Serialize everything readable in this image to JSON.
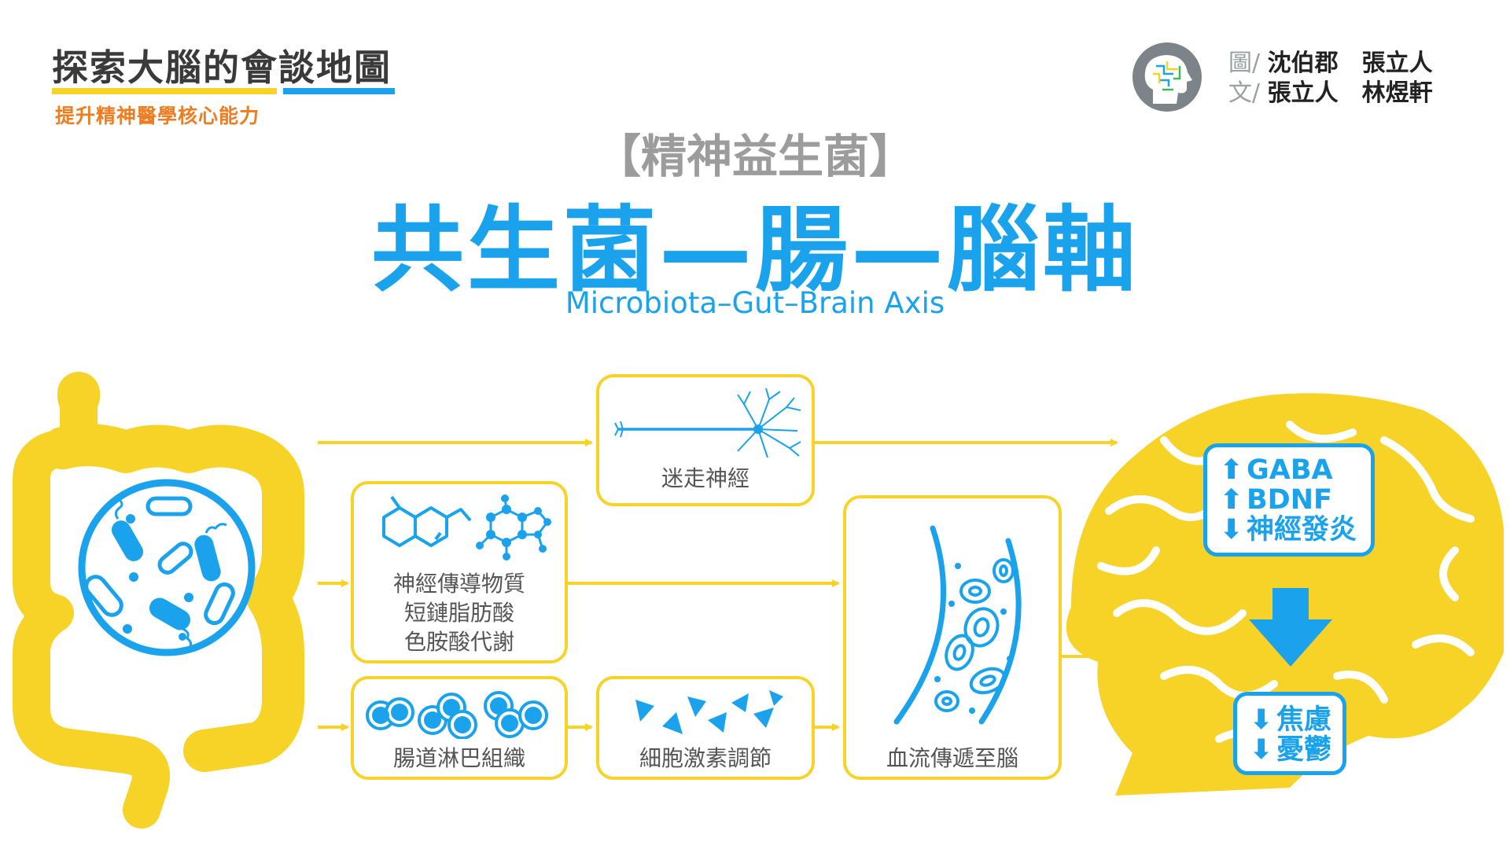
{
  "header": {
    "series_title": "探索大腦的會談地圖",
    "series_subtitle": "提升精神醫學核心能力",
    "credit_illustration_tag": "圖/",
    "credit_illustration_names": "沈伯郡　張立人",
    "credit_text_tag": "文/",
    "credit_text_names": "張立人　林煜軒"
  },
  "titles": {
    "tag": "【精神益生菌】",
    "main": "共生菌—腸—腦軸",
    "english": "Microbiota–Gut–Brain Axis"
  },
  "boxes": {
    "vagus": "迷走神經",
    "metabolites": [
      "神經傳導物質",
      "短鏈脂肪酸",
      "色胺酸代謝"
    ],
    "lymph": "腸道淋巴組織",
    "cytokine": "細胞激素調節",
    "blood": "血流傳遞至腦"
  },
  "brain_effects": [
    {
      "arrow": "up",
      "label": "GABA"
    },
    {
      "arrow": "up",
      "label": "BDNF"
    },
    {
      "arrow": "down",
      "label": "神經發炎"
    }
  ],
  "outcomes": [
    {
      "arrow": "down",
      "label": "焦慮"
    },
    {
      "arrow": "down",
      "label": "憂鬱"
    }
  ],
  "icons": {
    "gut": "intestine-icon",
    "microbes": "bacteria-circle-icon",
    "neuron": "neuron-icon",
    "molecule": "molecule-icon",
    "lymph": "lymphocyte-icon",
    "cytokine": "cytokine-icon",
    "vessel": "blood-vessel-icon",
    "brain": "brain-icon"
  },
  "colors": {
    "yellow": "#f7d327",
    "blue": "#1aa3ec",
    "orange": "#ee7d22",
    "gray_text": "#555555"
  }
}
